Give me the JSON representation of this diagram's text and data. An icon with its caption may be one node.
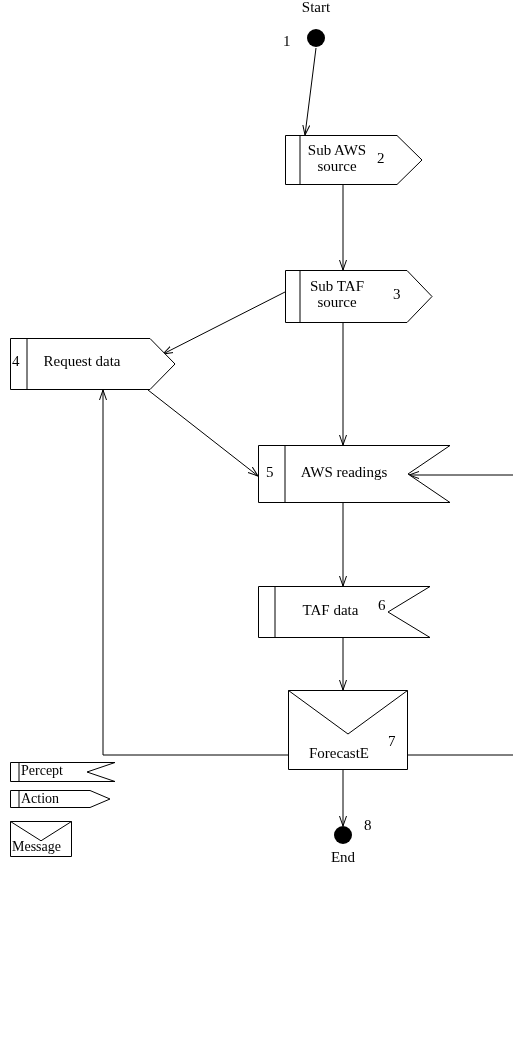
{
  "diagram": {
    "nodes": [
      {
        "text": [
          "Start"
        ],
        "beside": [
          "1"
        ]
      },
      {
        "text": [
          "Sub AWS source",
          "2"
        ]
      },
      {
        "text": [
          "Sub TAF source",
          "3"
        ]
      },
      {
        "text": [
          "4",
          "Request data"
        ]
      },
      {
        "text": [
          "5",
          "AWS readings"
        ]
      },
      {
        "text": [
          "TAF data",
          "6"
        ]
      },
      {
        "text": [
          "ForecastE",
          "7"
        ]
      },
      {
        "text": [
          "End"
        ],
        "beside": [
          "8"
        ]
      }
    ],
    "edges": [
      {
        "from": 0,
        "to": 1,
        "arrow": "to"
      },
      {
        "from": 1,
        "to": 2,
        "arrow": "to"
      },
      {
        "from": 2,
        "to": 3,
        "arrow": "to"
      },
      {
        "from": 2,
        "to": 4,
        "arrow": "to"
      },
      {
        "from": 3,
        "to": 4,
        "arrow": "to"
      },
      {
        "from": null,
        "to": 4,
        "arrow": "to"
      },
      {
        "from": 4,
        "to": 5,
        "arrow": "to"
      },
      {
        "from": 5,
        "to": 6,
        "arrow": "to"
      },
      {
        "from": 6,
        "to": 3,
        "arrow": "to"
      },
      {
        "from": 6,
        "to": null,
        "arrow": "none"
      },
      {
        "from": 6,
        "to": 7,
        "arrow": "to"
      }
    ],
    "legend": [
      {
        "text": "Percept"
      },
      {
        "text": "Action"
      },
      {
        "text": "Message"
      }
    ]
  }
}
